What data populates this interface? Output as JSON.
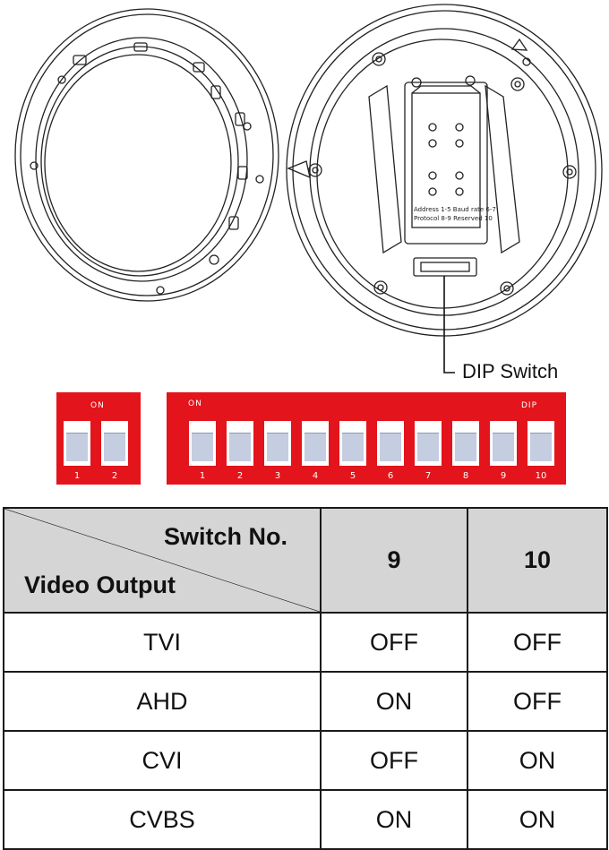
{
  "callout": {
    "label": "DIP Switch"
  },
  "dip_small": {
    "on_label": "ON",
    "switch_numbers": [
      "1",
      "2"
    ]
  },
  "dip_large": {
    "on_label": "ON",
    "dip_label": "DIP",
    "switch_numbers": [
      "1",
      "2",
      "3",
      "4",
      "5",
      "6",
      "7",
      "8",
      "9",
      "10"
    ]
  },
  "board_labels": {
    "line1": "Address 1-5   Baud rate 6-7",
    "line2": "Protocol 8-9   Reserved 10"
  },
  "table": {
    "header_top": "Switch No.",
    "header_bottom": "Video Output",
    "columns": [
      "9",
      "10"
    ],
    "rows": [
      {
        "output": "TVI",
        "values": [
          "OFF",
          "OFF"
        ]
      },
      {
        "output": "AHD",
        "values": [
          "ON",
          "OFF"
        ]
      },
      {
        "output": "CVI",
        "values": [
          "OFF",
          "ON"
        ]
      },
      {
        "output": "CVBS",
        "values": [
          "ON",
          "ON"
        ]
      }
    ]
  },
  "colors": {
    "dip_red": "#e3141b",
    "header_gray": "#d5d5d5",
    "line": "#1a1a1a"
  }
}
